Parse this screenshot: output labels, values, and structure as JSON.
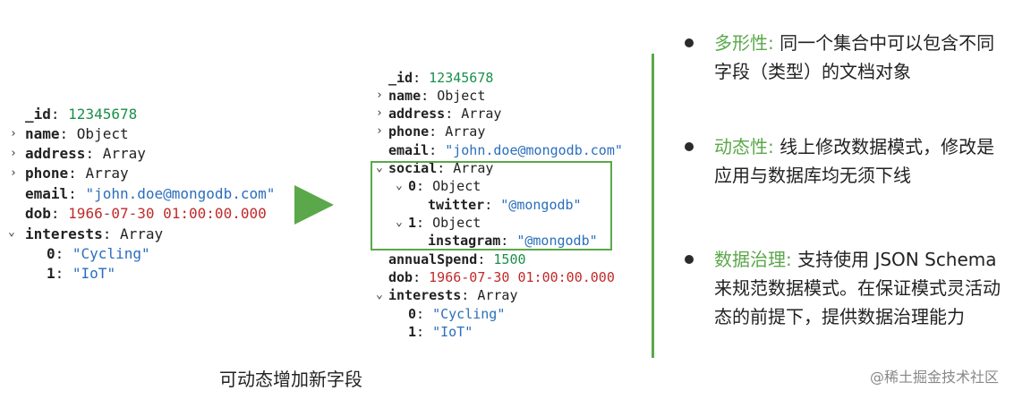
{
  "left_doc": {
    "id_key": "_id",
    "id_value": "12345678",
    "name_key": "name",
    "name_type": "Object",
    "address_key": "address",
    "address_type": "Array",
    "phone_key": "phone",
    "phone_type": "Array",
    "email_key": "email",
    "email_value": "\"john.doe@mongodb.com\"",
    "dob_key": "dob",
    "dob_value": "1966-07-30 01:00:00.000",
    "interests_key": "interests",
    "interests_type": "Array",
    "interest_0_key": "0",
    "interest_0_value": "\"Cycling\"",
    "interest_1_key": "1",
    "interest_1_value": "\"IoT\""
  },
  "right_doc": {
    "id_key": "_id",
    "id_value": "12345678",
    "name_key": "name",
    "name_type": "Object",
    "address_key": "address",
    "address_type": "Array",
    "phone_key": "phone",
    "phone_type": "Array",
    "email_key": "email",
    "email_value": "\"john.doe@mongodb.com\"",
    "social_key": "social",
    "social_type": "Array",
    "social_0_key": "0",
    "social_0_type": "Object",
    "twitter_key": "twitter",
    "twitter_value": "\"@mongodb\"",
    "social_1_key": "1",
    "social_1_type": "Object",
    "instagram_key": "instagram",
    "instagram_value": "\"@mongodb\"",
    "annual_key": "annualSpend",
    "annual_value": "1500",
    "dob_key": "dob",
    "dob_value": "1966-07-30 01:00:00.000",
    "interests_key": "interests",
    "interests_type": "Array",
    "interest_0_key": "0",
    "interest_0_value": "\"Cycling\"",
    "interest_1_key": "1",
    "interest_1_value": "\"IoT\""
  },
  "caption": "可动态增加新字段",
  "bullets": [
    {
      "head": "多形性:",
      "text": " 同一个集合中可以包含不同字段（类型）的文档对象"
    },
    {
      "head": "动态性:",
      "text": " 线上修改数据模式，修改是应用与数据库均无须下线"
    },
    {
      "head": "数据治理:",
      "text": " 支持使用 JSON Schema 来规范数据模式。在保证模式灵活动态的前提下，提供数据治理能力"
    }
  ],
  "watermark": "@稀土掘金技术社区",
  "colors": {
    "accent": "#5aa84a",
    "number": "#1a8f4a",
    "string": "#2a6ebd",
    "date": "#c02a2a"
  }
}
